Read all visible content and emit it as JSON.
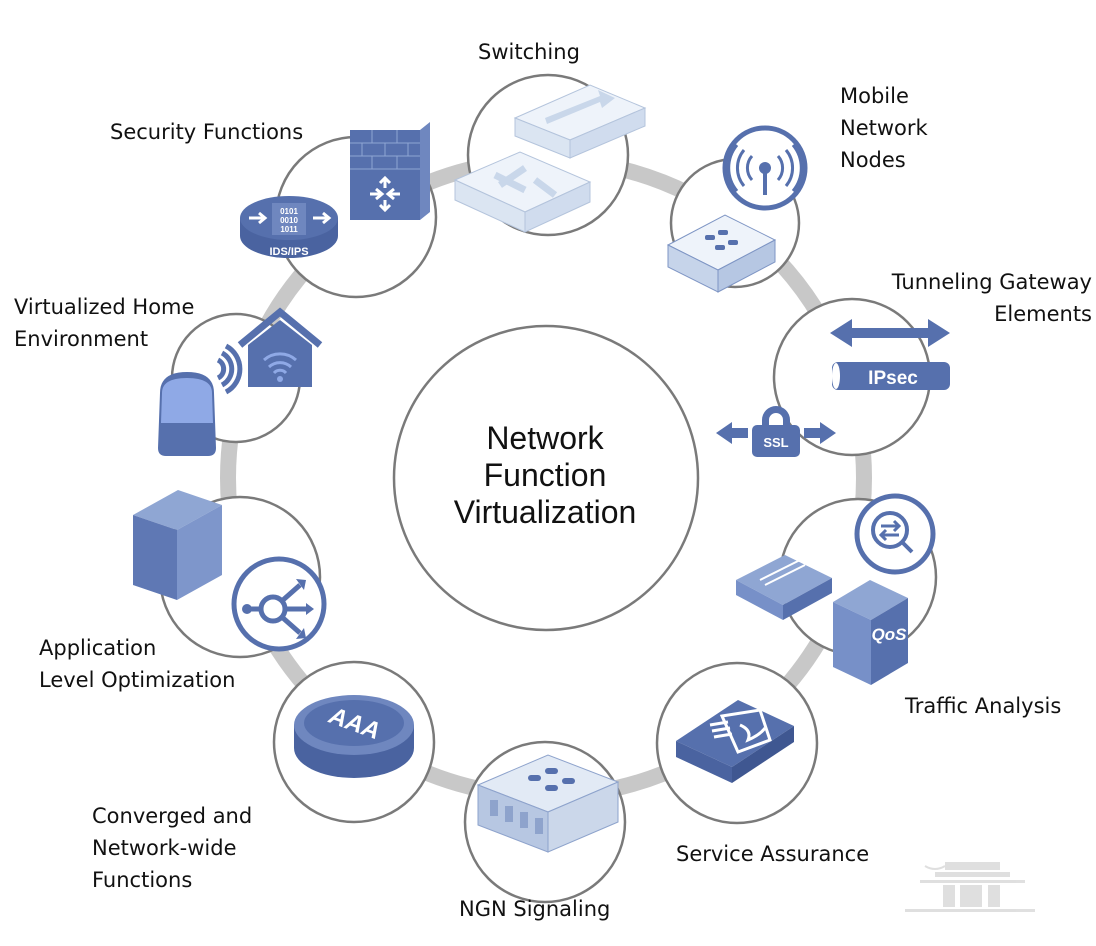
{
  "diagram": {
    "title": "Network\nFunction\nVirtualization",
    "colors": {
      "icon_blue": "#5670ad",
      "icon_light": "#dfe8f4",
      "ring": "#c8c8c8",
      "circle_stroke": "#7a7a7a"
    },
    "nodes": [
      {
        "label": "Switching",
        "icons": [
          "network-switch-icon",
          "network-switch-icon"
        ]
      },
      {
        "label": "Mobile\nNetwork\nNodes",
        "icons": [
          "radio-tower-icon",
          "appliance-icon"
        ]
      },
      {
        "label": "Tunneling Gateway\nElements",
        "icons": [
          "bidirectional-arrow-icon",
          "ipsec-tunnel-icon",
          "ssl-lock-icon"
        ],
        "icon_texts": [
          "IPsec",
          "SSL"
        ]
      },
      {
        "label": "Traffic Analysis",
        "icons": [
          "traffic-search-icon",
          "filter-appliance-icon",
          "qos-server-icon"
        ],
        "icon_texts": [
          "QoS"
        ]
      },
      {
        "label": "Service Assurance",
        "icons": [
          "assurance-appliance-icon"
        ]
      },
      {
        "label": "NGN Signaling",
        "icons": [
          "rack-server-icon"
        ]
      },
      {
        "label": "Converged and\nNetwork-wide\nFunctions",
        "icons": [
          "aaa-disk-icon"
        ],
        "icon_texts": [
          "AAA"
        ]
      },
      {
        "label": "Application\nLevel Optimization",
        "icons": [
          "tower-server-icon",
          "load-balancer-icon"
        ]
      },
      {
        "label": "Virtualized Home\nEnvironment",
        "icons": [
          "smart-speaker-icon",
          "wifi-home-icon"
        ]
      },
      {
        "label": "Security Functions",
        "icons": [
          "ids-ips-icon",
          "firewall-icon"
        ],
        "icon_texts": [
          "0101\n0010\n1011",
          "IDS/IPS"
        ]
      }
    ],
    "watermark": "building-logo-icon"
  }
}
